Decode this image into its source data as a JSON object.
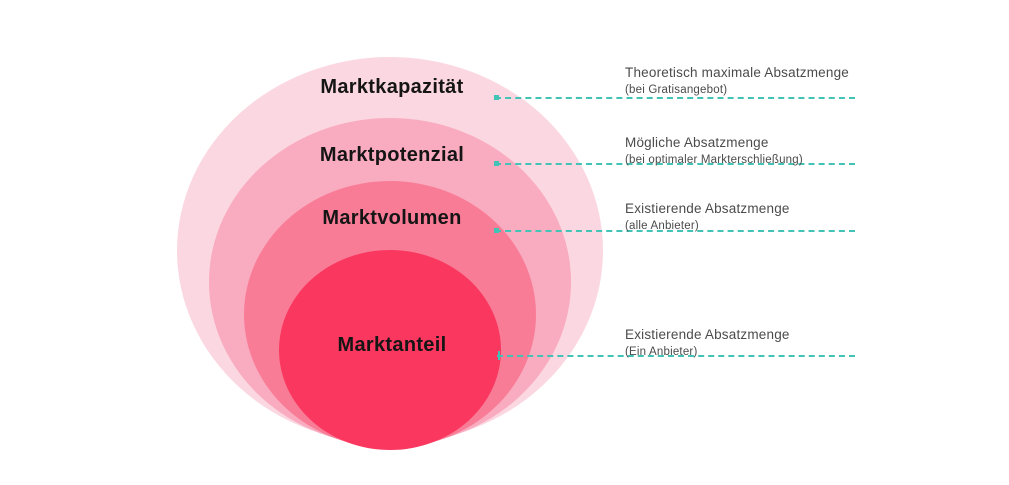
{
  "page": {
    "background": "#ffffff"
  },
  "diagram": {
    "type": "concentric-circles",
    "connector_color": "#43c3b6",
    "label_color": "#151515",
    "annotation_color": "#4b4b4b",
    "rings": [
      {
        "label": "Marktkapazität",
        "color": "#fbd7e1",
        "annotation_title": "Theoretisch maximale Absatzmenge",
        "annotation_subtitle": "(bei Gratisangebot)"
      },
      {
        "label": "Marktpotenzial",
        "color": "#f9abc0",
        "annotation_title": "Mögliche Absatzmenge",
        "annotation_subtitle": "(bei optimaler Markterschließung)"
      },
      {
        "label": "Marktvolumen",
        "color": "#f97c97",
        "annotation_title": "Existierende Absatzmenge",
        "annotation_subtitle": "(alle Anbieter)"
      },
      {
        "label": "Marktanteil",
        "color": "#f9375f",
        "annotation_title": "Existierende Absatzmenge",
        "annotation_subtitle": "(Ein Anbieter)"
      }
    ]
  }
}
